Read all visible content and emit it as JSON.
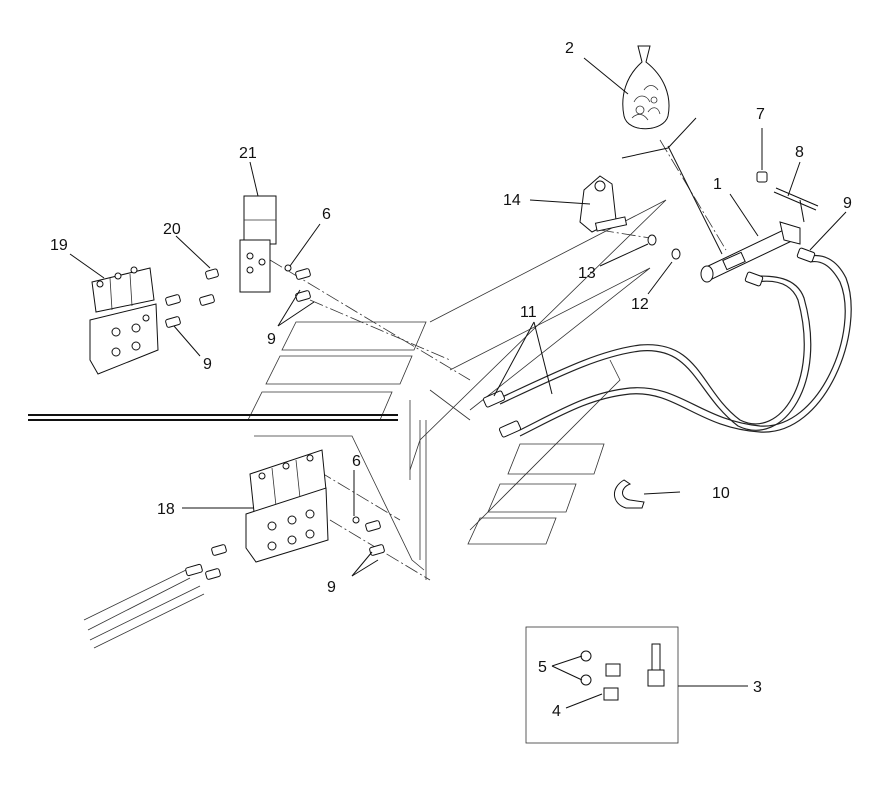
{
  "diagram": {
    "callouts": [
      {
        "id": "c1",
        "text": "1"
      },
      {
        "id": "c2",
        "text": "2"
      },
      {
        "id": "c3",
        "text": "3"
      },
      {
        "id": "c4",
        "text": "4"
      },
      {
        "id": "c5",
        "text": "5"
      },
      {
        "id": "c6a",
        "text": "6"
      },
      {
        "id": "c6b",
        "text": "6"
      },
      {
        "id": "c7",
        "text": "7"
      },
      {
        "id": "c8",
        "text": "8"
      },
      {
        "id": "c9a",
        "text": "9"
      },
      {
        "id": "c9b",
        "text": "9"
      },
      {
        "id": "c9c",
        "text": "9"
      },
      {
        "id": "c9d",
        "text": "9"
      },
      {
        "id": "c10",
        "text": "10"
      },
      {
        "id": "c11",
        "text": "11"
      },
      {
        "id": "c12",
        "text": "12"
      },
      {
        "id": "c13",
        "text": "13"
      },
      {
        "id": "c14",
        "text": "14"
      },
      {
        "id": "c18",
        "text": "18"
      },
      {
        "id": "c19",
        "text": "19"
      },
      {
        "id": "c20",
        "text": "20"
      },
      {
        "id": "c21",
        "text": "21"
      }
    ]
  }
}
